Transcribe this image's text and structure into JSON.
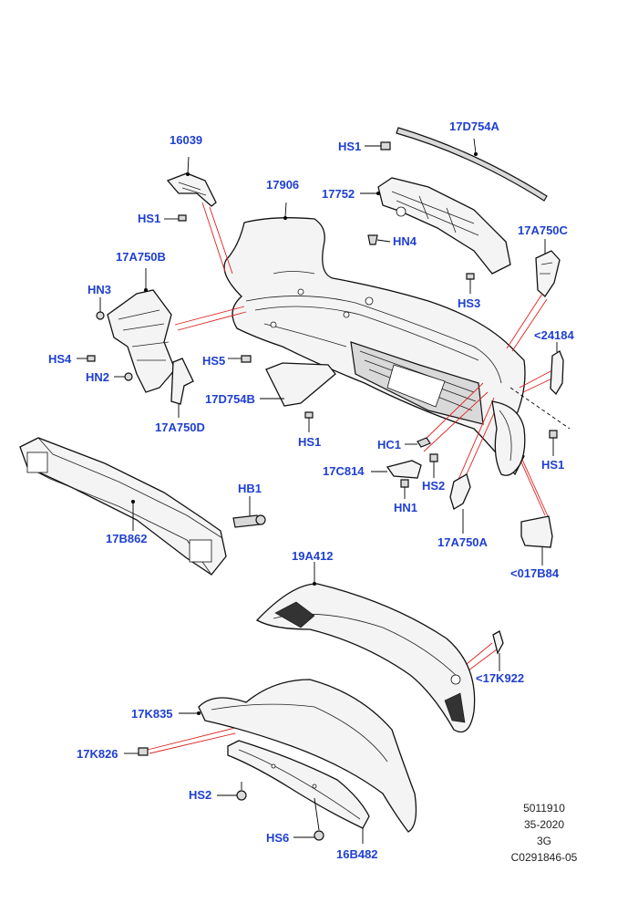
{
  "labels": {
    "l16039": "16039",
    "l17D754A": "17D754A",
    "lHS1a": "HS1",
    "l17906": "17906",
    "l17752": "17752",
    "lHS1b": "HS1",
    "lHN4": "HN4",
    "l17A750C": "17A750C",
    "l17A750B": "17A750B",
    "lHN3": "HN3",
    "lHS3": "HS3",
    "l24184": "<24184",
    "lHS4": "HS4",
    "lHS5": "HS5",
    "lHN2": "HN2",
    "l17D754B": "17D754B",
    "l17A750D": "17A750D",
    "lHS1c": "HS1",
    "lHC1": "HC1",
    "lHS1d": "HS1",
    "l17C814": "17C814",
    "lHS2a": "HS2",
    "lHN1": "HN1",
    "lHB1": "HB1",
    "l17B862": "17B862",
    "l17A750A": "17A750A",
    "l017B84": "<017B84",
    "l19A412": "19A412",
    "l17K922": "<17K922",
    "l17K835": "17K835",
    "l17K826": "17K826",
    "lHS2b": "HS2",
    "lHS6": "HS6",
    "l16B482": "16B482"
  },
  "reference": {
    "line1": "5011910",
    "line2": "35-2020",
    "line3": "3G",
    "line4": "C0291846-05"
  }
}
